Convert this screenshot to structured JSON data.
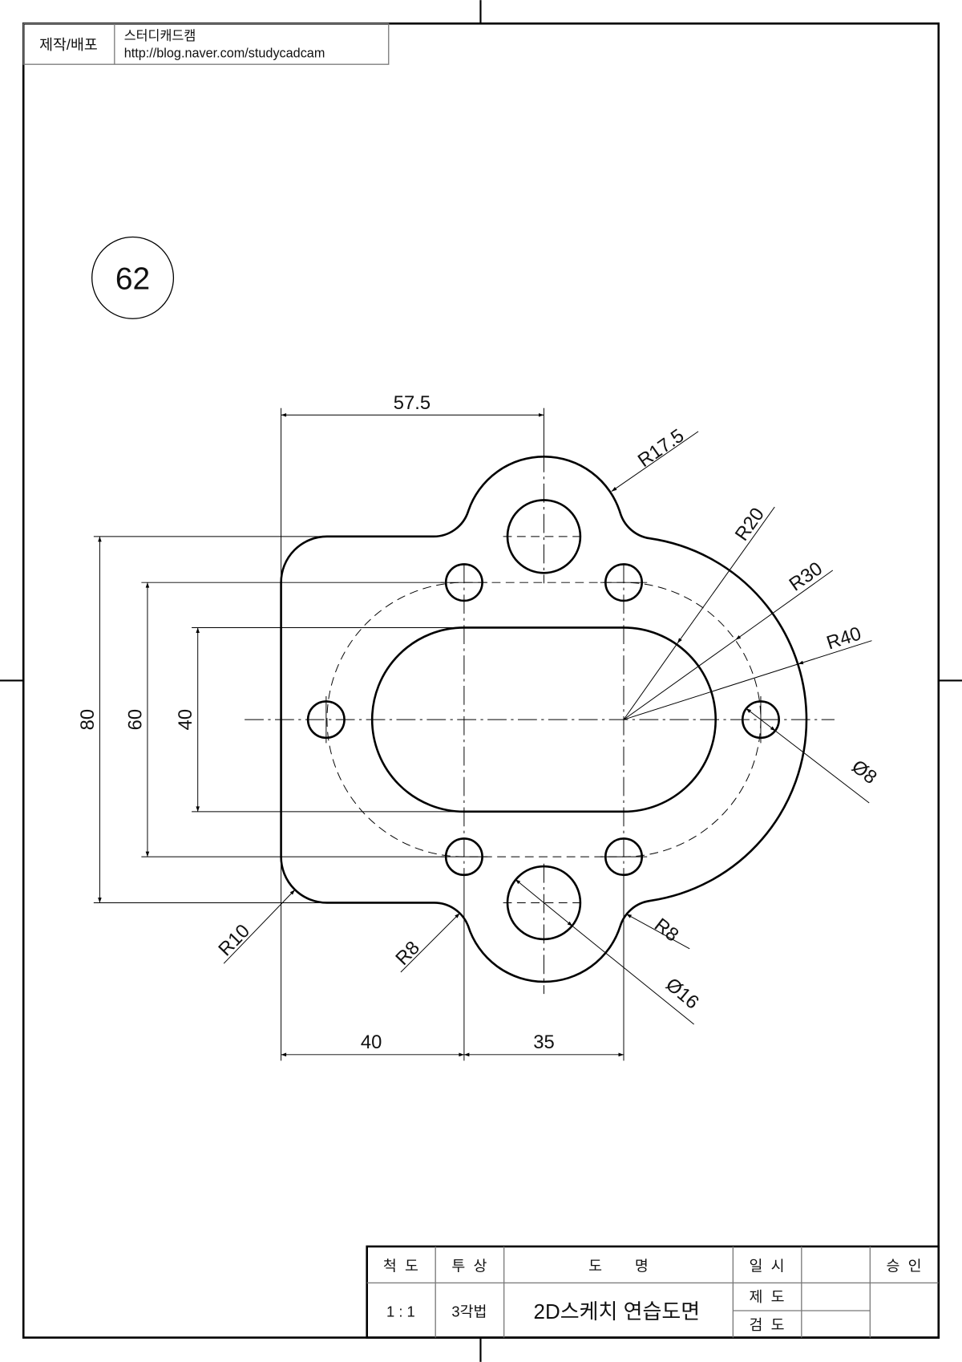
{
  "header": {
    "label": "제작/배포",
    "author": "스터디캐드캠",
    "url": "http://blog.naver.com/studycadcam"
  },
  "drawing_number": "62",
  "dimensions": {
    "top_width": "57.5",
    "height_outer": "80",
    "height_bolt": "60",
    "height_slot": "40",
    "bottom_left": "40",
    "bottom_right": "35",
    "boss_radius": "R17.5",
    "slot_radius": "R20",
    "bolt_circle_radius": "R30",
    "outer_radius": "R40",
    "bolt_hole_dia": "Ø8",
    "corner_radius": "R10",
    "fillet_left": "R8",
    "fillet_right": "R8",
    "boss_hole_dia": "Ø16"
  },
  "title_block": {
    "scale_label": "척  도",
    "projection_label": "투  상",
    "name_label": "도        명",
    "date_label": "일  시",
    "approval_label": "승  인",
    "scale_value": "1 : 1",
    "projection_value": "3각법",
    "drawing_name": "2D스케치 연습도면",
    "drawn_label": "제  도",
    "checked_label": "검  도"
  }
}
